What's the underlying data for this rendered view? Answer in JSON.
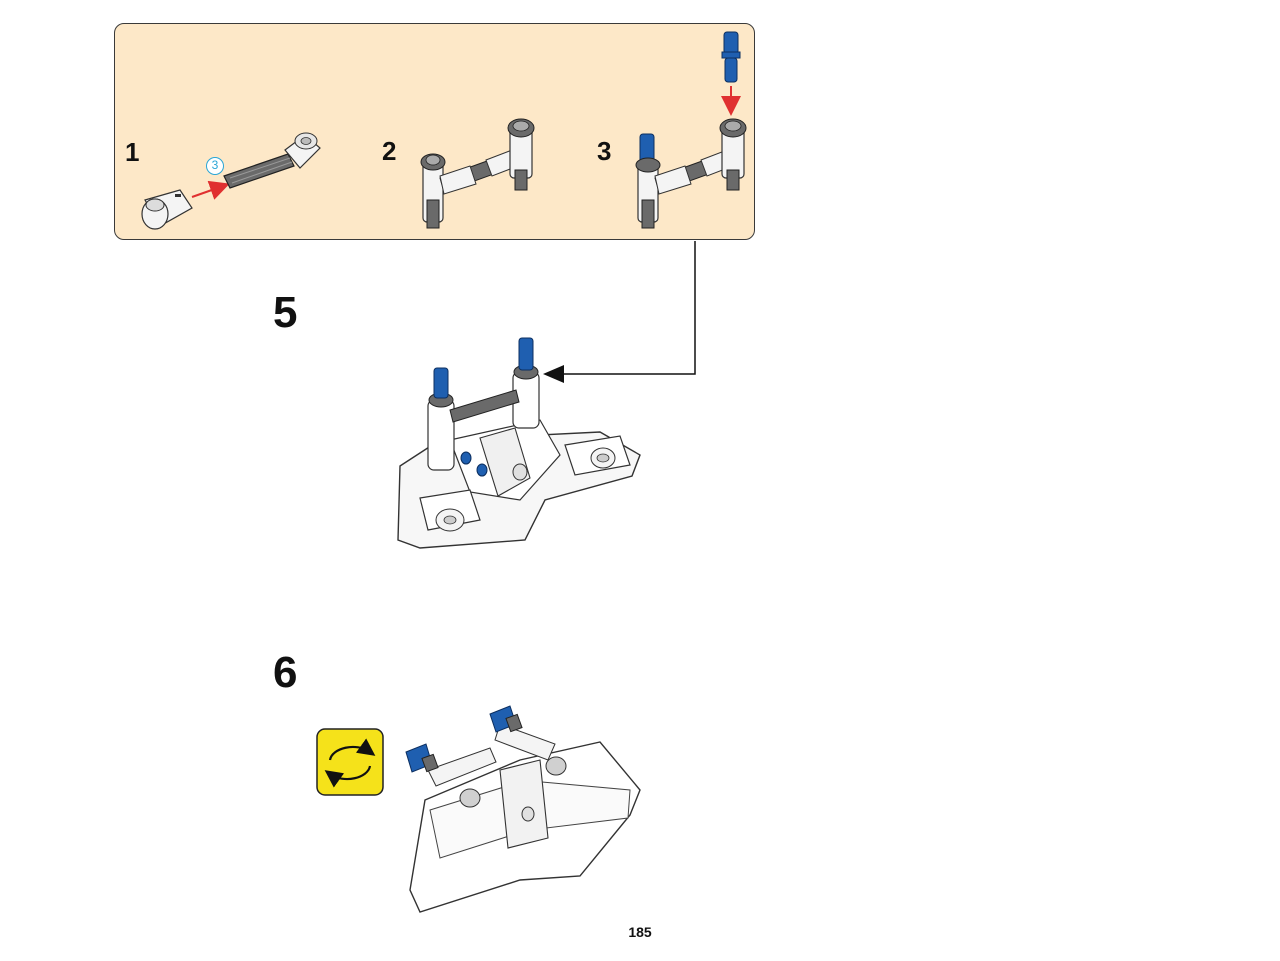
{
  "sub_steps": [
    {
      "number": "1",
      "quantity_label": "3"
    },
    {
      "number": "2"
    },
    {
      "number": "3"
    }
  ],
  "steps": [
    {
      "number": "5"
    },
    {
      "number": "6"
    }
  ],
  "page": {
    "number": "185"
  },
  "colors": {
    "panel_background": "#fde8c8",
    "pin_blue": "#1f5fb0",
    "arrow_red": "#e03030",
    "rotate_yellow": "#f5e21a",
    "part_grey": "#6a6a6a",
    "part_white": "#f4f4f4"
  },
  "icons": [
    "rotate-model-icon",
    "assembly-arrow-icon"
  ]
}
